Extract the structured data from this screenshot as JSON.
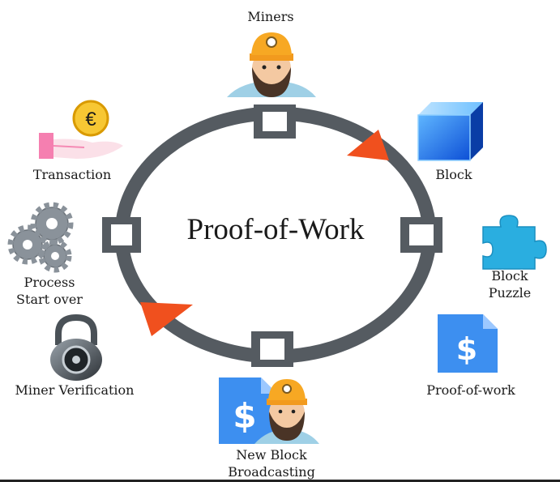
{
  "diagram": {
    "title": "Proof-of-Work",
    "colors": {
      "ring": "#555b61",
      "arrow": "#f0501e",
      "node_fill": "#ffffff"
    },
    "nodes": [
      {
        "id": "miners",
        "label": "Miners",
        "icon": "miner-icon"
      },
      {
        "id": "block",
        "label": "Block",
        "icon": "cube-icon"
      },
      {
        "id": "block-puzzle",
        "label": "Block Puzzle",
        "lines": [
          "Block",
          "Puzzle"
        ],
        "icon": "puzzle-piece-icon"
      },
      {
        "id": "proof-of-work",
        "label": "Proof-of-work",
        "icon": "dollar-document-icon"
      },
      {
        "id": "new-block-broadcasting",
        "label": "New Block Broadcasting",
        "lines": [
          "New Block",
          "Broadcasting"
        ],
        "icon": "dollar-document-miner-icon"
      },
      {
        "id": "miner-verification",
        "label": "Miner Verification",
        "icon": "padlock-icon"
      },
      {
        "id": "process-start-over",
        "label": "Process Start over",
        "lines": [
          "Process",
          "Start over"
        ],
        "icon": "gears-icon"
      },
      {
        "id": "transaction",
        "label": "Transaction",
        "icon": "euro-coin-hand-icon"
      }
    ]
  }
}
